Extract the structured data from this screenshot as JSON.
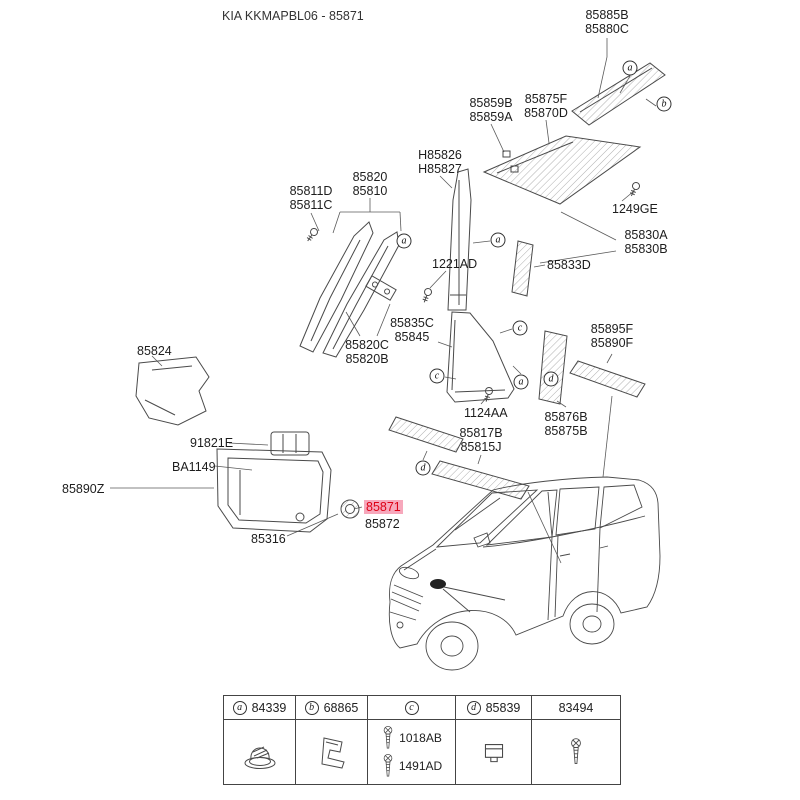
{
  "title": "KIA KKMAPBL06 - 85871",
  "colors": {
    "highlight-bg": "#f7a8bc",
    "highlight-fg": "#dd0016"
  },
  "markers": {
    "a": "a",
    "b": "b",
    "c": "c",
    "d": "d"
  },
  "labels": {
    "p85885": "85885B\n85880C",
    "p85859": "85859B\n85859A",
    "p85875f": "85875F\n85870D",
    "ph85826": "H85826\nH85827",
    "p1249ge": "1249GE",
    "p85811": "85811D\n85811C",
    "p85820_10": "85820\n85810",
    "p85830": "85830A\n85830B",
    "p1221ad": "1221AD",
    "p85833d": "85833D",
    "p85835": "85835C\n85845",
    "p85820c": "85820C\n85820B",
    "p85895": "85895F\n85890F",
    "p85824": "85824",
    "p1124aa": "1124AA",
    "p85876": "85876B\n85875B",
    "p91821e": "91821E",
    "pba1149": "BA1149",
    "p85817": "85817B\n85815J",
    "p85890z": "85890Z",
    "p85871": "85871",
    "p85872": "85872",
    "p85316": "85316"
  },
  "legend": {
    "a": {
      "letter": "a",
      "part": "84339",
      "icon": "grommet-icon"
    },
    "b": {
      "letter": "b",
      "part": "68865",
      "icon": "spring-clip-icon"
    },
    "c": {
      "letter": "c",
      "part1": "1018AB",
      "part2": "1491AD",
      "icon": "screw-icon"
    },
    "d": {
      "letter": "d",
      "part": "85839",
      "icon": "clip-icon"
    },
    "e": {
      "part": "83494",
      "icon": "screw-icon"
    }
  }
}
